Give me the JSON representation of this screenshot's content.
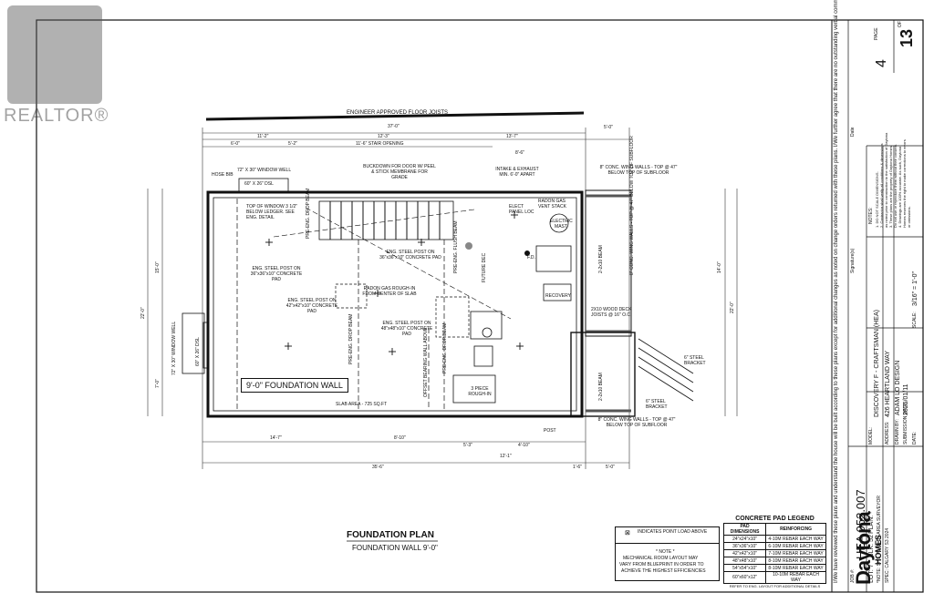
{
  "watermark": {
    "text": "REALTOR®"
  },
  "plan": {
    "title": "FOUNDATION PLAN",
    "subtitle": "FOUNDATION WALL 9'-0\"",
    "joists_label": "ENGINEER APPROVED FLOOR JOISTS",
    "wall_label": "9'-0\" FOUNDATION WALL",
    "slab_area": "SLAB AREA - 725 SQ.FT",
    "dims_top": [
      "37'-0\"",
      "11'-2\"",
      "12'-3\"",
      "13'-7\"",
      "5'-0\"",
      "6'-0\"",
      "5'-2\"",
      "11'-6\" STAIR OPENING",
      "8'-6\""
    ],
    "dims_bottom": [
      "14'-7\"",
      "8'-10\"",
      "5'-3\"",
      "4'-10\"",
      "35'-6\"",
      "12'-1\"",
      "1'-6\"",
      "5'-0\""
    ],
    "dims_side": [
      "22'-0\"",
      "15'-0\"",
      "7'-0\"",
      "14'-0\"",
      "22'-0\""
    ],
    "labels": {
      "window_well_top": "72\" X 30\" WINDOW WELL",
      "dsl_top": "60\" X 26\" DSL",
      "window_top_note": "TOP OF WINDOW 3 1/2\" BELOW LEDGER. SEE ENG. DETAIL",
      "buckdown": "BUCKDOWN FOR DOOR W/ PEEL & STICK MEMBRANE FOR GRADE",
      "intake": "INTAKE & EXHAUST MIN. 6'-0\" APART",
      "conc_wing_top": "8\" CONC. WING WALLS - TOP @ 47\" BELOW TOP OF SUBFLOOR",
      "hose_bib": "HOSE BIB",
      "elec_panel": "ELECT PANEL LOC",
      "elec_mast": "ELECTRIC MAST",
      "radon_vent": "RADON GAS VENT STACK",
      "drop_beam_1": "PRE-ENG. DROP BEAM",
      "post_1": "ENG. STEEL POST ON 36\"x36\"x10\" CONCRETE PAD",
      "post_2": "ENG. STEEL POST ON 36\"x36\"x10\" CONCRETE PAD",
      "radon_rough": "RADON GAS ROUGH-IN FROM CENTER OF SLAB",
      "post_3": "ENG. STEEL POST ON 42\"x42\"x10\" CONCRETE PAD",
      "post_4": "ENG. STEEL POST ON 48\"x48\"x10\" CONCRETE PAD",
      "flush_beam": "PRE-ENG. FLUSH BEAM",
      "future_dec": "FUTURE DEC",
      "fd": "F.D.",
      "recovery": "RECOVERY",
      "drop_beam_2": "PRE-ENG. DROP BEAM",
      "drop_beam_3": "PRE-ENG. DROP BEAM",
      "bearing_wall": "OFFSET BEARING WALL ABOVE",
      "rough_in": "3 PIECE ROUGH-IN",
      "conc_wing_mid": "8\" CONC. WING WALLS - TOP @ 47\" BELOW TOP OF SUBFLOOR",
      "joists_2x10": "2X10 WOOD DECK JOISTS @ 16\" O.C.",
      "window_well_left": "72\" X 30\" WINDOW WELL",
      "dsl_left": "60\" X 26\" DSL",
      "steel_bracket_1": "6\" STEEL BRACKET",
      "steel_bracket_2": "6\" STEEL BRACKET",
      "conc_wing_bottom": "8\" CONC. WING WALLS - TOP @ 47\" BELOW TOP OF SUBFLOOR",
      "post_tag": "POST",
      "beam_2x10": "2-2x10 BEAM",
      "beam_2x10_b": "2-2x10 BEAM"
    }
  },
  "point_load": {
    "symbol": "⊠",
    "text": "INDICATES POINT LOAD ABOVE"
  },
  "mech_note": {
    "title": "* NOTE *",
    "lines": [
      "MECHANICAL ROOM LAYOUT MAY",
      "VARY FROM BLUEPRINT IN ORDER TO",
      "ACHIEVE THE HIGHEST EFFICIENCIES"
    ]
  },
  "legend": {
    "title": "CONCRETE PAD LEGEND",
    "headers": [
      "PAD DIMENSIONS",
      "REINFORCING"
    ],
    "rows": [
      [
        "24\"x24\"x10\"",
        "4-10M REBAR EACH WAY"
      ],
      [
        "36\"x36\"x10\"",
        "6-10M REBAR EACH WAY"
      ],
      [
        "42\"x42\"x10\"",
        "7-10M REBAR EACH WAY"
      ],
      [
        "48\"x48\"x10\"",
        "8-10M REBAR EACH WAY"
      ],
      [
        "54\"x54\"x10\"",
        "8-10M REBAR EACH WAY"
      ],
      [
        "60\"x60\"x12\"",
        "10-10M REBAR EACH WAY"
      ]
    ],
    "footnote": "REFER TO ENG. LAYOUT FOR ADDITIONAL DETAILS"
  },
  "title_block": {
    "page_label": "PAGE",
    "page": "4",
    "of": "OF",
    "total": "13",
    "agreement": "I/We have reviewed these plans and understand the house will be built according to these plans except for additional changes as noted on change orders returned with these plans. I/We further agree that there are no outstanding verbal commitments not documented on these signed plans or change orders.",
    "job_label": "JOB #:",
    "job": "HEA 052.007",
    "model_label": "MODEL:",
    "model": "DISCOVERY F - CRAFTSMAN (HEA)",
    "address_label": "ADDRESS:",
    "address": "426 HEARTLAND WAY",
    "lot": "LOT: 7",
    "blk": "BLK: 52",
    "plan": "PLAN: -",
    "drawn_by_label": "DRAWN BY:",
    "drawn_by": "ADAM LO DESIGN",
    "site_note": "*NOTE: SITE PLAN BY AREA SURVEYOR",
    "submission_label": "SUBMISSION DATE:",
    "submission": "2025/01/11",
    "spec": "SPEC: CALGARY S3 2024",
    "date_label": "DATE:",
    "scale_label": "SCALE:",
    "scale": "3/16\" = 1'-0\"",
    "brand": "Daytona",
    "brand_sub": "HOMES",
    "notes_title": "NOTES:",
    "notes": [
      "1. DO NOT SCALE DIMENSIONS.",
      "2. Contractor shall verify all conditions & dimensions",
      "as noted prior to construction to the satisfaction of Daytona",
      "3. These plans are the property of Daytona Homes",
      "Do not use or reproduce them without their consent.",
      "4. Drawings are 100% accurate. As such, Daytona",
      "Homes reserves the right to make corrections to errors",
      "or omissions."
    ],
    "signature_label": "Signature(s)",
    "date_small": "Date"
  }
}
